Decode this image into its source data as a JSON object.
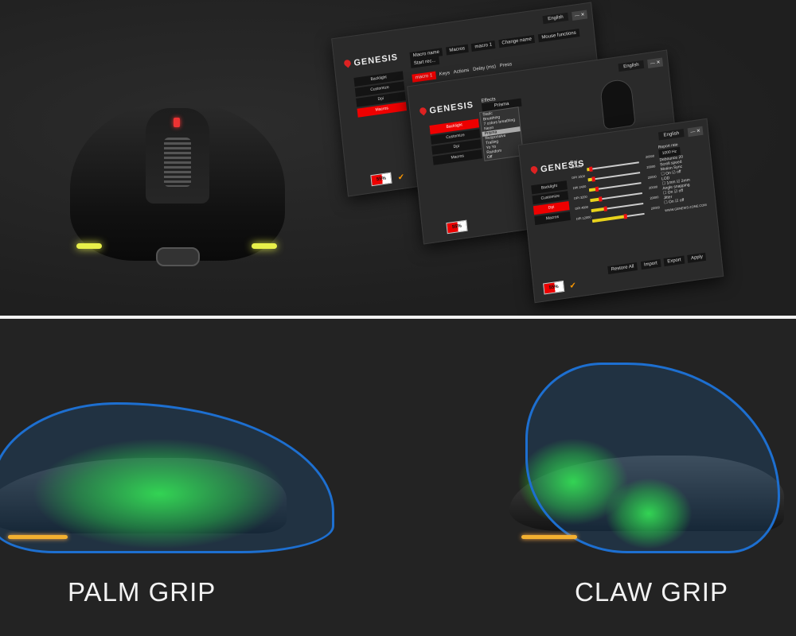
{
  "software": {
    "brand": "GENESIS",
    "language": "English",
    "window_controls": "— ✕",
    "sidebar": [
      "Backlight",
      "Customize",
      "Dpi",
      "Macros"
    ],
    "macro_window": {
      "headers": [
        "Macro name",
        "Macros",
        "macro 1"
      ],
      "buttons": [
        "Change name",
        "Mouse functions",
        "Start rec..."
      ],
      "columns": [
        "Keys",
        "Actions",
        "Delay (ms)"
      ],
      "macro_item": "macro 1",
      "action": "Press"
    },
    "backlight_window": {
      "effects_label": "Effects",
      "selected": "Prisma",
      "options": [
        "Static",
        "Breathing",
        "7 colors breathing",
        "Neon",
        "Prisma",
        "Responsive",
        "Trailing",
        "Yo Yo",
        "Random",
        "Off"
      ]
    },
    "dpi_window": {
      "title": "Dpi",
      "max": "20000",
      "levels": [
        {
          "label": "DPI 800",
          "fill": 4
        },
        {
          "label": "DPI 1600",
          "fill": 8
        },
        {
          "label": "DPI 2400",
          "fill": 12
        },
        {
          "label": "DPI 3200",
          "fill": 16
        },
        {
          "label": "DPI 4800",
          "fill": 24
        },
        {
          "label": "DPI 12000",
          "fill": 60
        }
      ],
      "report_rate_label": "Report rate",
      "report_rate": "1000 Hz",
      "debounce_label": "Debounce",
      "debounce": "20",
      "scroll_label": "Scroll speed",
      "toggles": [
        {
          "label": "Motion Sync",
          "a": "On",
          "b": "off"
        },
        {
          "label": "LOD",
          "a": "1mm",
          "b": "2mm"
        },
        {
          "label": "Angle snapping",
          "a": "On",
          "b": "off"
        },
        {
          "label": "Jitter",
          "a": "On",
          "b": "off"
        }
      ],
      "website": "WWW.GENESIS-ZONE.COM",
      "buttons": [
        "Restore All",
        "Import",
        "Export",
        "Apply"
      ]
    },
    "battery": "55%"
  },
  "grips": {
    "palm": "PALM GRIP",
    "claw": "CLAW GRIP"
  },
  "colors": {
    "accent": "#e00000",
    "hand": "#1d6fd0",
    "glow": "#3bff3b",
    "led": "#e8f04a"
  }
}
